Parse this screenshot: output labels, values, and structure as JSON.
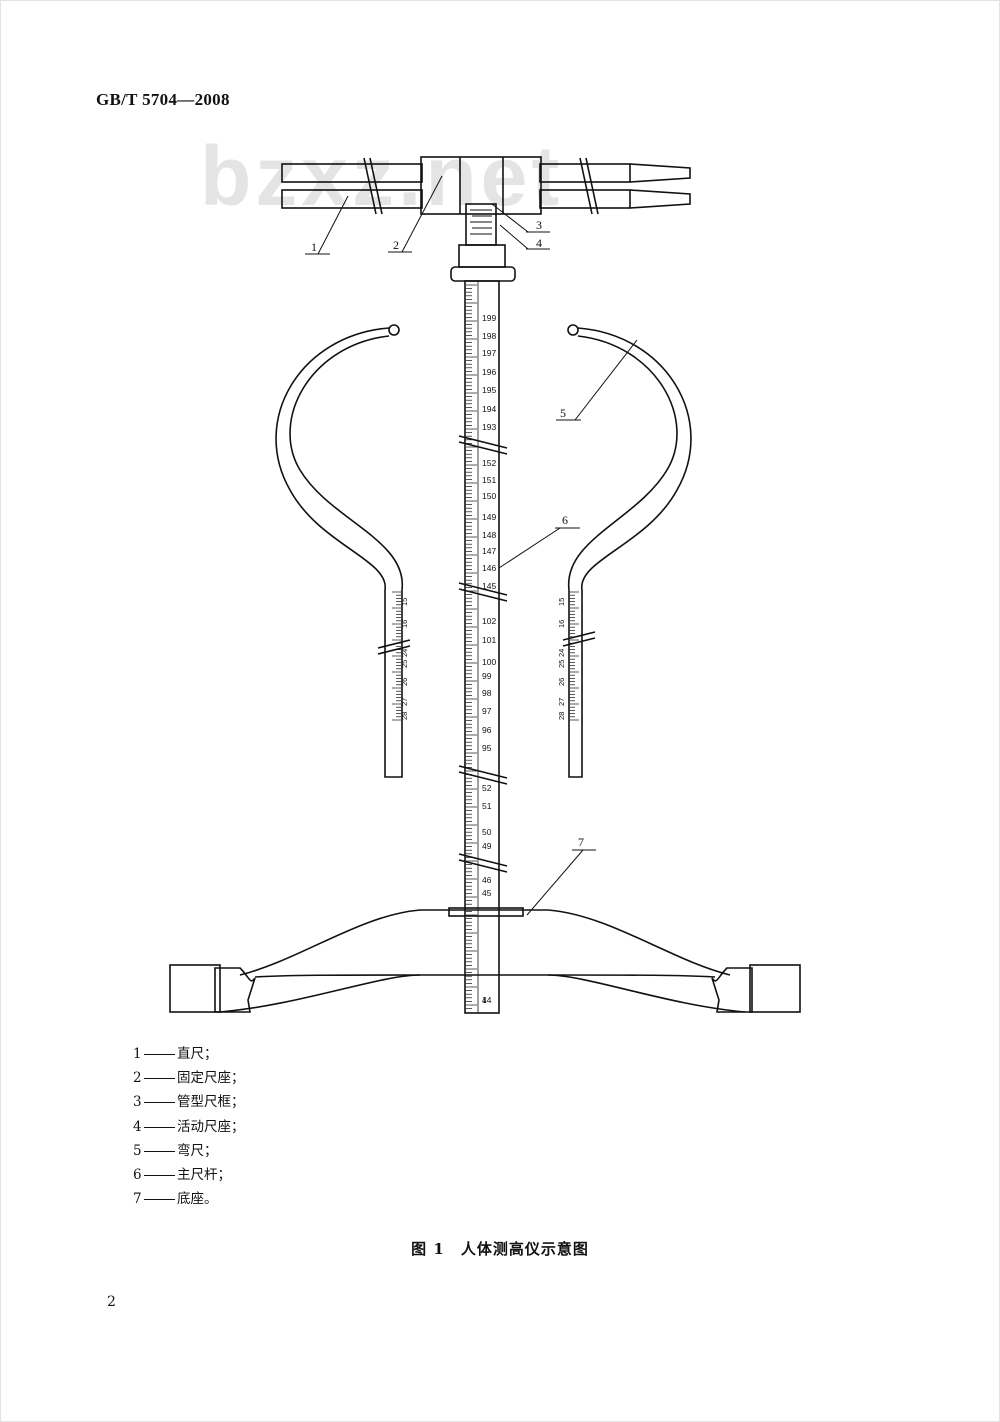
{
  "header": {
    "standard_number": "GB/T 5704—2008"
  },
  "watermark": "bzxz.net",
  "figure": {
    "callouts": [
      "1",
      "2",
      "3",
      "4",
      "5",
      "6",
      "7"
    ],
    "main_scale_labels": [
      "199",
      "198",
      "197",
      "196",
      "195",
      "194",
      "193",
      "152",
      "151",
      "150",
      "149",
      "148",
      "147",
      "146",
      "145",
      "102",
      "101",
      "100",
      "99",
      "98",
      "97",
      "96",
      "95",
      "52",
      "51",
      "50",
      "49",
      "46",
      "45",
      "44",
      "1"
    ],
    "left_curved_scale_labels": [
      "15",
      "16",
      "24",
      "25",
      "26",
      "27",
      "28"
    ],
    "right_curved_scale_labels": [
      "15",
      "16",
      "24",
      "25",
      "26",
      "27",
      "28"
    ]
  },
  "legend": [
    {
      "num": "1",
      "label": "直尺；"
    },
    {
      "num": "2",
      "label": "固定尺座；"
    },
    {
      "num": "3",
      "label": "管型尺框；"
    },
    {
      "num": "4",
      "label": "活动尺座；"
    },
    {
      "num": "5",
      "label": "弯尺；"
    },
    {
      "num": "6",
      "label": "主尺杆；"
    },
    {
      "num": "7",
      "label": "底座。"
    }
  ],
  "caption": "图 1　人体测高仪示意图",
  "page_number": "2"
}
